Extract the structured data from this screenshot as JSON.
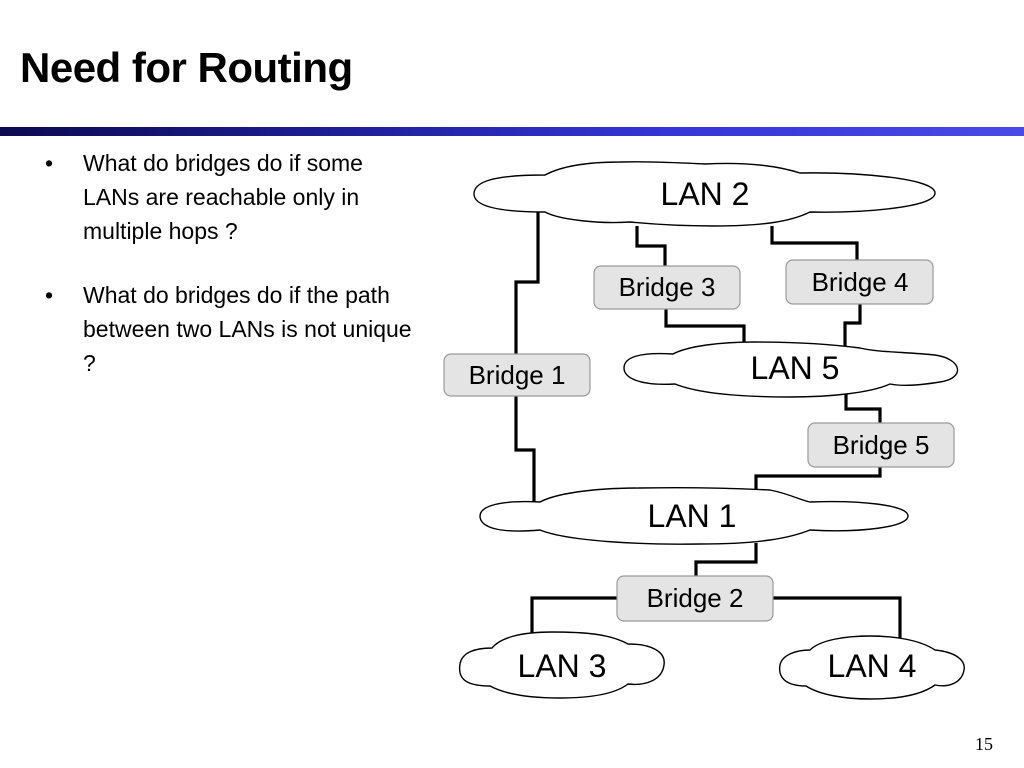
{
  "slide": {
    "title": "Need for Routing",
    "page_number": "15"
  },
  "bullets": [
    {
      "marker": "•",
      "text": "What do bridges do if some LANs are reachable only in multiple hops ?"
    },
    {
      "marker": "•",
      "text": "What do bridges do if the path between two LANs is not unique ?"
    }
  ],
  "diagram": {
    "lans": {
      "lan1": "LAN 1",
      "lan2": "LAN 2",
      "lan3": "LAN 3",
      "lan4": "LAN 4",
      "lan5": "LAN 5"
    },
    "bridges": {
      "bridge1": "Bridge 1",
      "bridge2": "Bridge 2",
      "bridge3": "Bridge 3",
      "bridge4": "Bridge 4",
      "bridge5": "Bridge 5"
    },
    "connections": [
      {
        "bridge": "Bridge 1",
        "lans": [
          "LAN 2",
          "LAN 1"
        ]
      },
      {
        "bridge": "Bridge 3",
        "lans": [
          "LAN 2",
          "LAN 5"
        ]
      },
      {
        "bridge": "Bridge 4",
        "lans": [
          "LAN 2",
          "LAN 5"
        ]
      },
      {
        "bridge": "Bridge 5",
        "lans": [
          "LAN 5",
          "LAN 1"
        ]
      },
      {
        "bridge": "Bridge 2",
        "lans": [
          "LAN 1",
          "LAN 3",
          "LAN 4"
        ]
      }
    ]
  }
}
